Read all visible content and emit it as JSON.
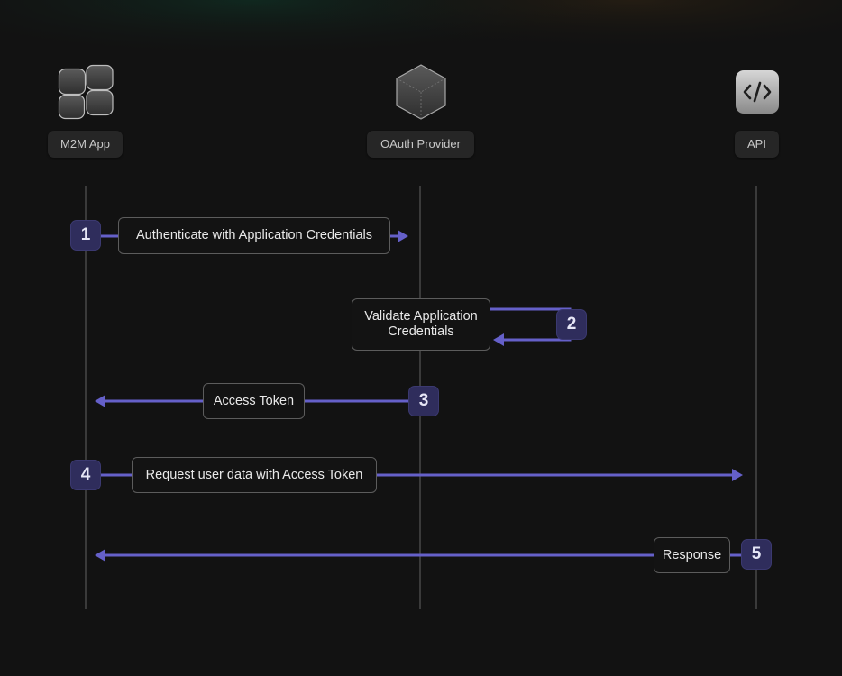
{
  "actors": [
    {
      "label": "M2M App",
      "icon": "app-grid-icon"
    },
    {
      "label": "OAuth Provider",
      "icon": "cube-icon"
    },
    {
      "label": "API",
      "icon": "code-icon"
    }
  ],
  "steps": [
    {
      "number": "1",
      "label": "Authenticate with Application Credentials",
      "from": "M2M App",
      "to": "OAuth Provider"
    },
    {
      "number": "2",
      "label": "Validate Application Credentials",
      "from": "OAuth Provider",
      "to": "OAuth Provider"
    },
    {
      "number": "3",
      "label": "Access Token",
      "from": "OAuth Provider",
      "to": "M2M App"
    },
    {
      "number": "4",
      "label": "Request user data with Access Token",
      "from": "M2M App",
      "to": "API"
    },
    {
      "number": "5",
      "label": "Response",
      "from": "API",
      "to": "M2M App"
    }
  ],
  "colors": {
    "background": "#121212",
    "arrow": "#6560c9",
    "badge": "#2f2d5c",
    "lifeline": "#3a3a3a"
  }
}
